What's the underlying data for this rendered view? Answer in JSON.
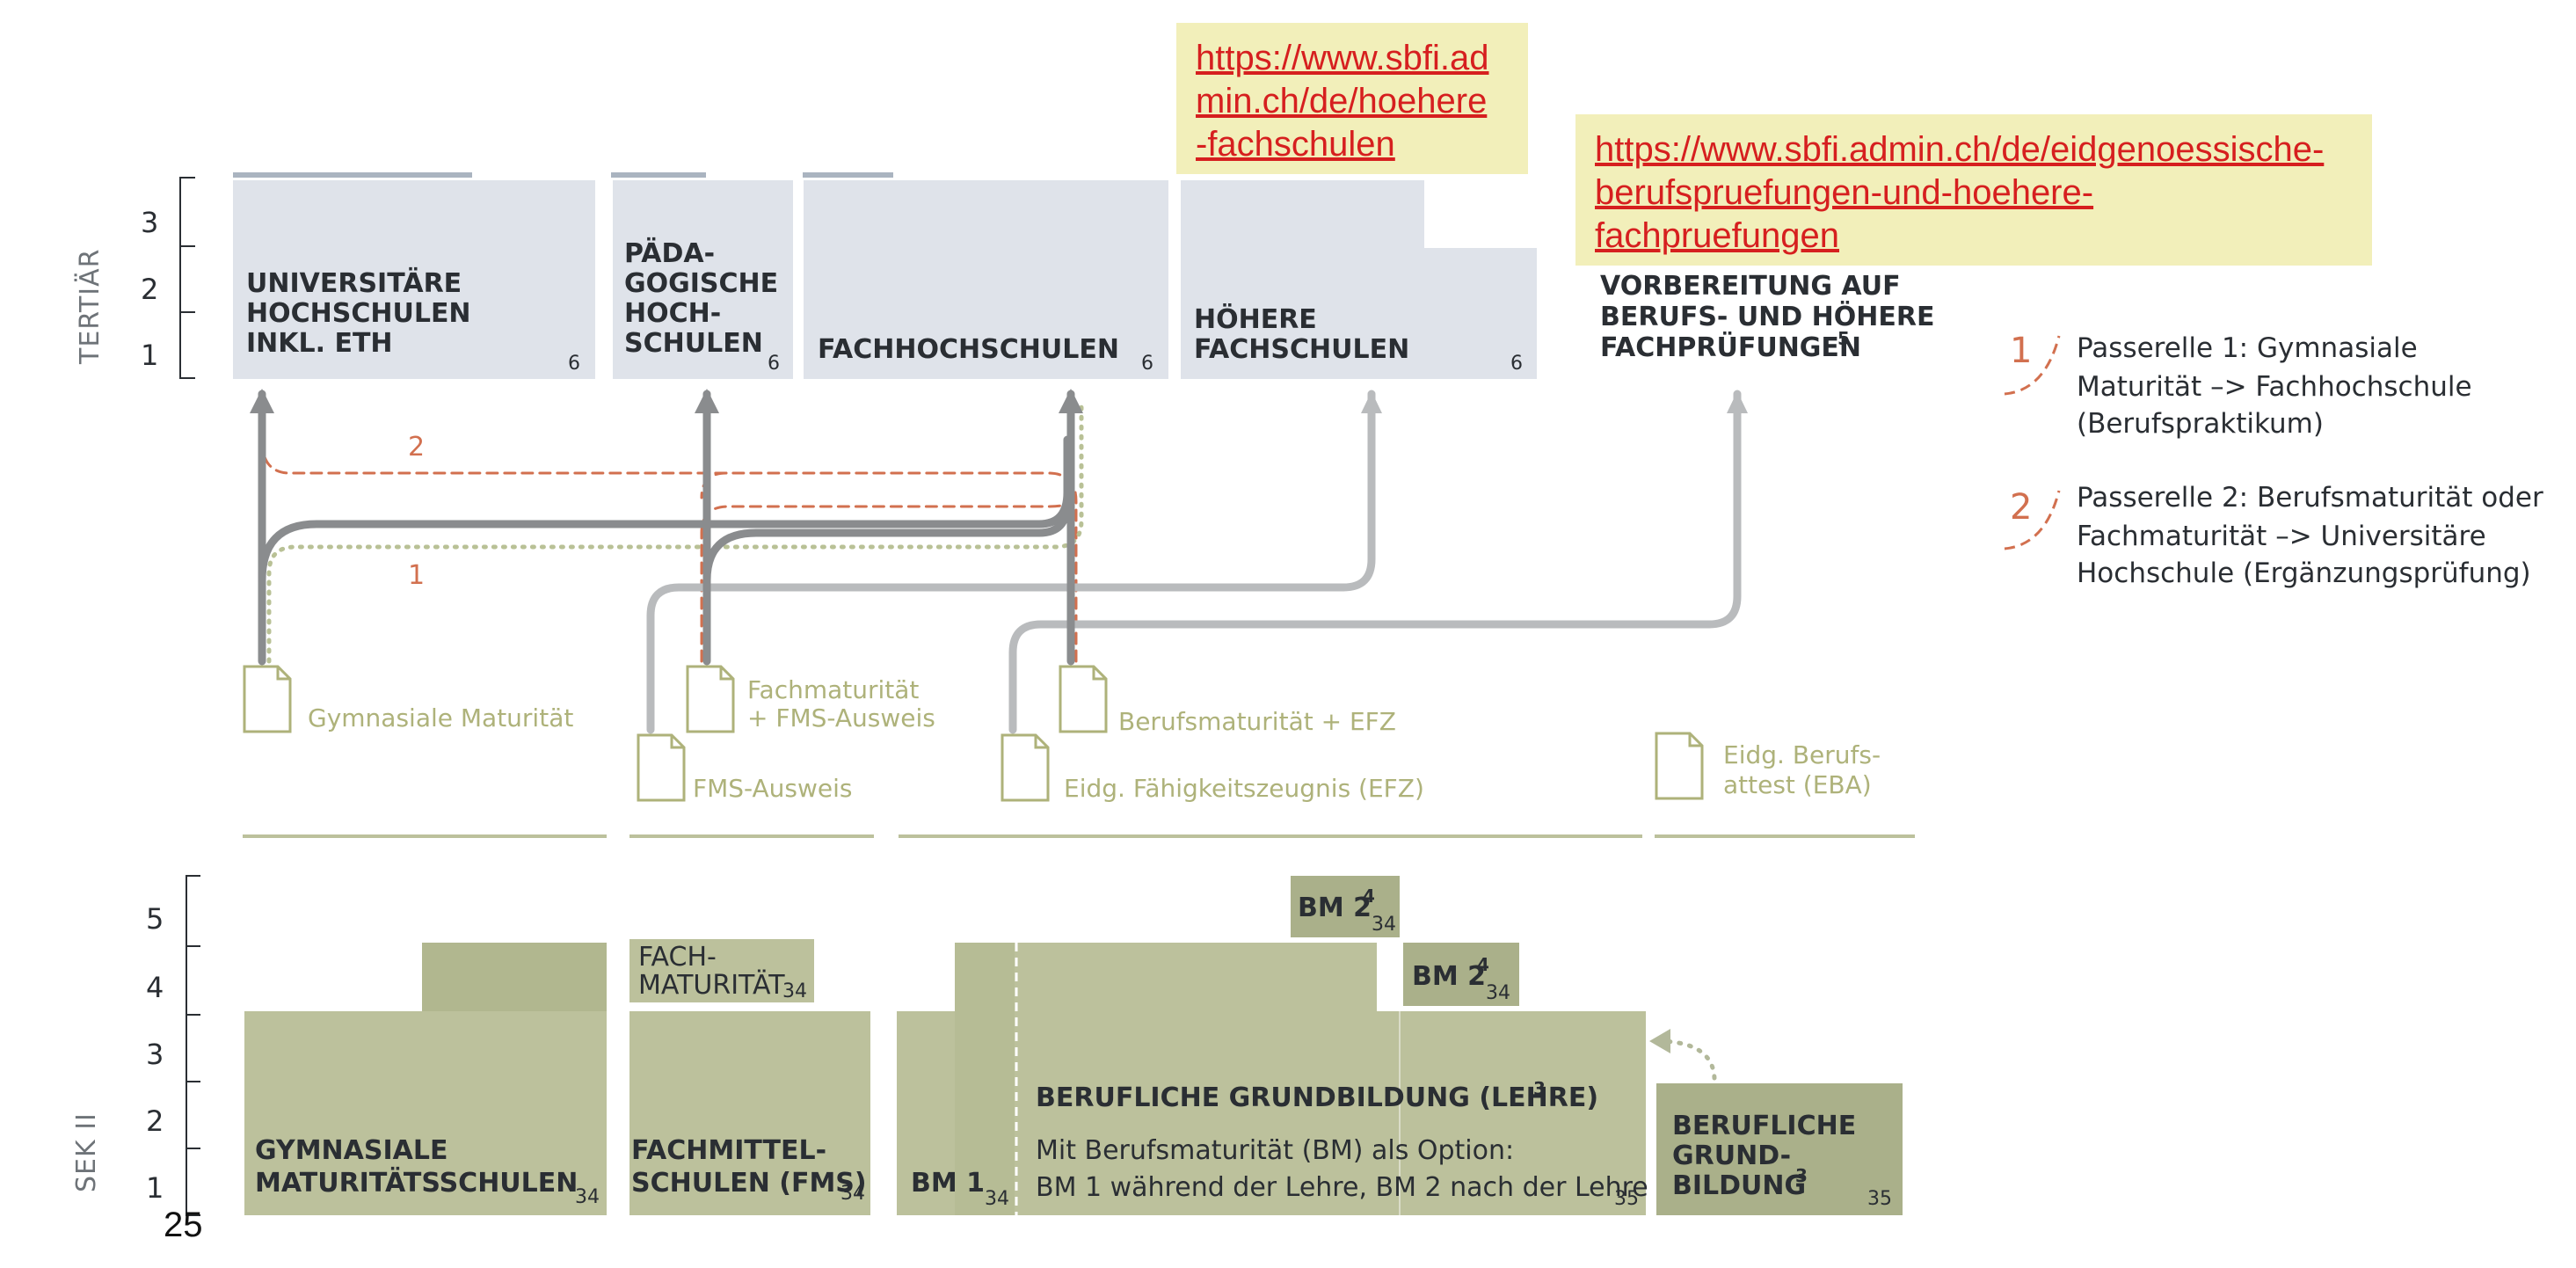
{
  "links": [
    {
      "url_lines": [
        "https://www.sbfi.ad",
        "min.ch/de/hoehere",
        "-fachschulen"
      ]
    },
    {
      "url_lines": [
        "https://www.sbfi.admin.ch/de/eidgenoessische-",
        "berufspruefungen-und-hoehere-",
        "fachpruefungen"
      ]
    }
  ],
  "axes": {
    "tertiary": {
      "label": "TERTIÄR",
      "ticks": [
        "3",
        "2",
        "1"
      ]
    },
    "sek2": {
      "label": "SEK II",
      "ticks": [
        "5",
        "4",
        "3",
        "2",
        "1"
      ]
    }
  },
  "tertiary_blocks": {
    "uni": {
      "lines": [
        "UNIVERSITÄRE",
        "HOCHSCHULEN",
        "INKL. ETH"
      ],
      "index": "6"
    },
    "ph": {
      "lines": [
        "PÄDA-",
        "GOGISCHE",
        "HOCH-",
        "SCHULEN"
      ],
      "index": "6"
    },
    "fh": {
      "lines": [
        "FACHHOCHSCHULEN"
      ],
      "index": "6"
    },
    "hf": {
      "lines": [
        "HÖHERE",
        "FACHSCHULEN"
      ],
      "index": "6"
    },
    "bp": {
      "lines": [
        "VORBEREITUNG AUF",
        "BERUFS- UND HÖHERE",
        "FACHPRÜFUNGEN"
      ],
      "sup": "5"
    }
  },
  "certificates": {
    "gym": "Gymnasiale Maturität",
    "fm": [
      "Fachmaturität",
      "+ FMS-Ausweis"
    ],
    "bm": "Berufsmaturität + EFZ",
    "fms": "FMS-Ausweis",
    "efz": "Eidg. Fähigkeitszeugnis (EFZ)",
    "eba": [
      "Eidg. Berufs-",
      "attest (EBA)"
    ]
  },
  "passerelle_marks": {
    "p1": "1",
    "p2": "2"
  },
  "legend": [
    {
      "number": "1",
      "lines": [
        "Passerelle 1: Gymnasiale",
        "Maturität –> Fachhochschule",
        "(Berufspraktikum)"
      ]
    },
    {
      "number": "2",
      "lines": [
        "Passerelle 2: Berufsmaturität oder",
        "Fachmaturität –> Universitäre",
        "Hochschule (Ergänzungsprüfung)"
      ]
    }
  ],
  "sek2_blocks": {
    "gym": {
      "lines": [
        "GYMNASIALE",
        "MATURITÄTSSCHULEN"
      ],
      "index": "34"
    },
    "fachmat": {
      "lines": [
        "FACH-",
        "MATURITÄT"
      ],
      "index": "34"
    },
    "fms": {
      "lines": [
        "FACHMITTEL-",
        "SCHULEN (FMS)"
      ],
      "index": "34"
    },
    "bm1": {
      "label": "BM 1",
      "index": "34"
    },
    "bm2_top": {
      "label": "BM 2",
      "sup": "4",
      "index": "34"
    },
    "bm2_mid": {
      "label": "BM 2",
      "sup": "4",
      "index": "34"
    },
    "lehre": {
      "title": "BERUFLICHE GRUNDBILDUNG (LEHRE)",
      "sup": "3",
      "lines": [
        "Mit Berufsmaturität (BM) als Option:",
        "BM 1 während der Lehre, BM 2 nach der Lehre"
      ],
      "index": "35"
    },
    "eba": {
      "lines": [
        "BERUFLICHE",
        "GRUND-",
        "BILDUNG"
      ],
      "sup": "3",
      "index": "35"
    }
  },
  "page_number": "25",
  "colors": {
    "tertiary": "#dfe3ea",
    "sek2": "#bcc19c",
    "sek2_dark": "#aab08a",
    "dark_path": "#8a8c8e",
    "light_path": "#b9bbbd",
    "passerelle1": "#b9c196",
    "passerelle2": "#d2704f",
    "doc": "#aeb27a",
    "link_bg": "#f2efba",
    "link_text": "#d61f1f"
  }
}
